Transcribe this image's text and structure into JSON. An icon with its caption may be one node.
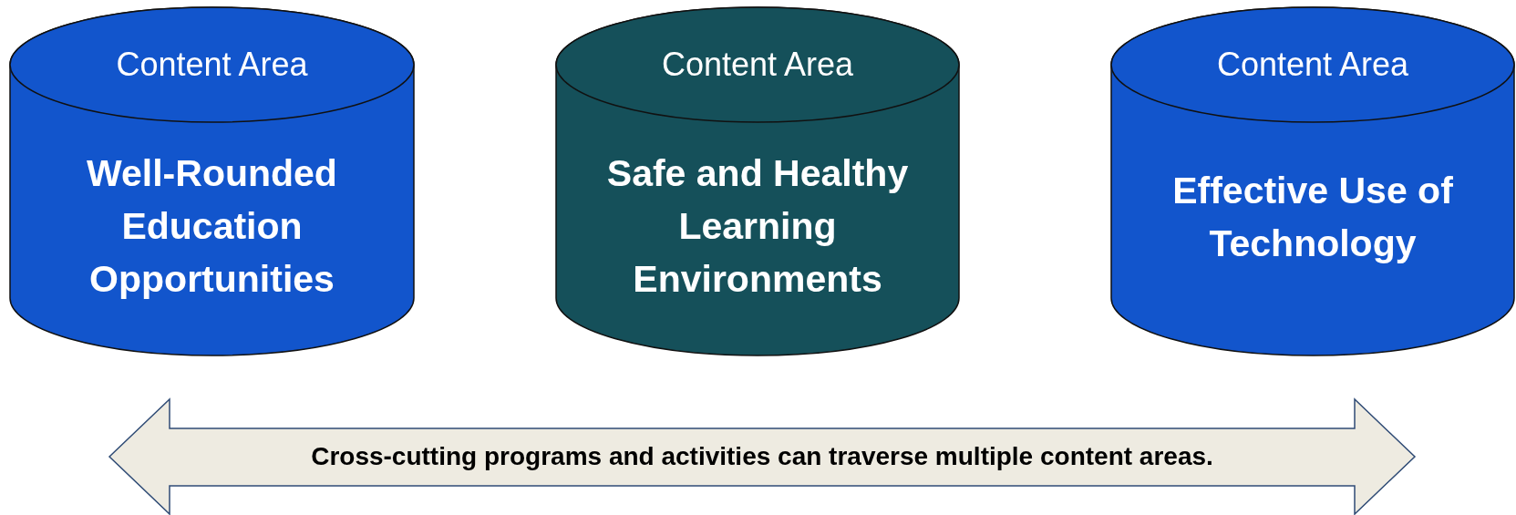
{
  "diagram": {
    "nodes": [
      {
        "text": [
          "Content Area",
          "Well-Rounded Education Opportunities"
        ]
      },
      {
        "text": [
          "Content Area",
          "Safe and Healthy Learning Environments"
        ]
      },
      {
        "text": [
          "Content Area",
          "Effective Use of Technology"
        ]
      },
      {
        "text": [
          "Cross-cutting programs and activities can traverse multiple content areas."
        ]
      }
    ]
  }
}
